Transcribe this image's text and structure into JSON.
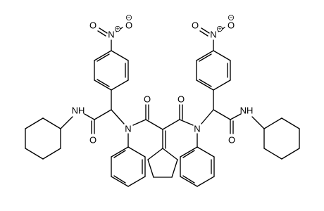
{
  "molecule": {
    "atom_labels": {
      "nitro_left_o_top": "O",
      "nitro_left_n": "N",
      "nitro_left_o_bottom": "O",
      "nitro_right_o_top": "O",
      "nitro_right_n": "N",
      "nitro_right_o_bottom": "O",
      "amide_left_nh": "NH",
      "amide_left_o": "O",
      "n_left": "N",
      "carbonyl_center_left_o": "O",
      "carbonyl_center_right_o": "O",
      "n_right": "N",
      "amide_right_nh": "NH",
      "amide_right_o": "O"
    },
    "charges": {
      "plus": "+",
      "minus": "−"
    }
  }
}
